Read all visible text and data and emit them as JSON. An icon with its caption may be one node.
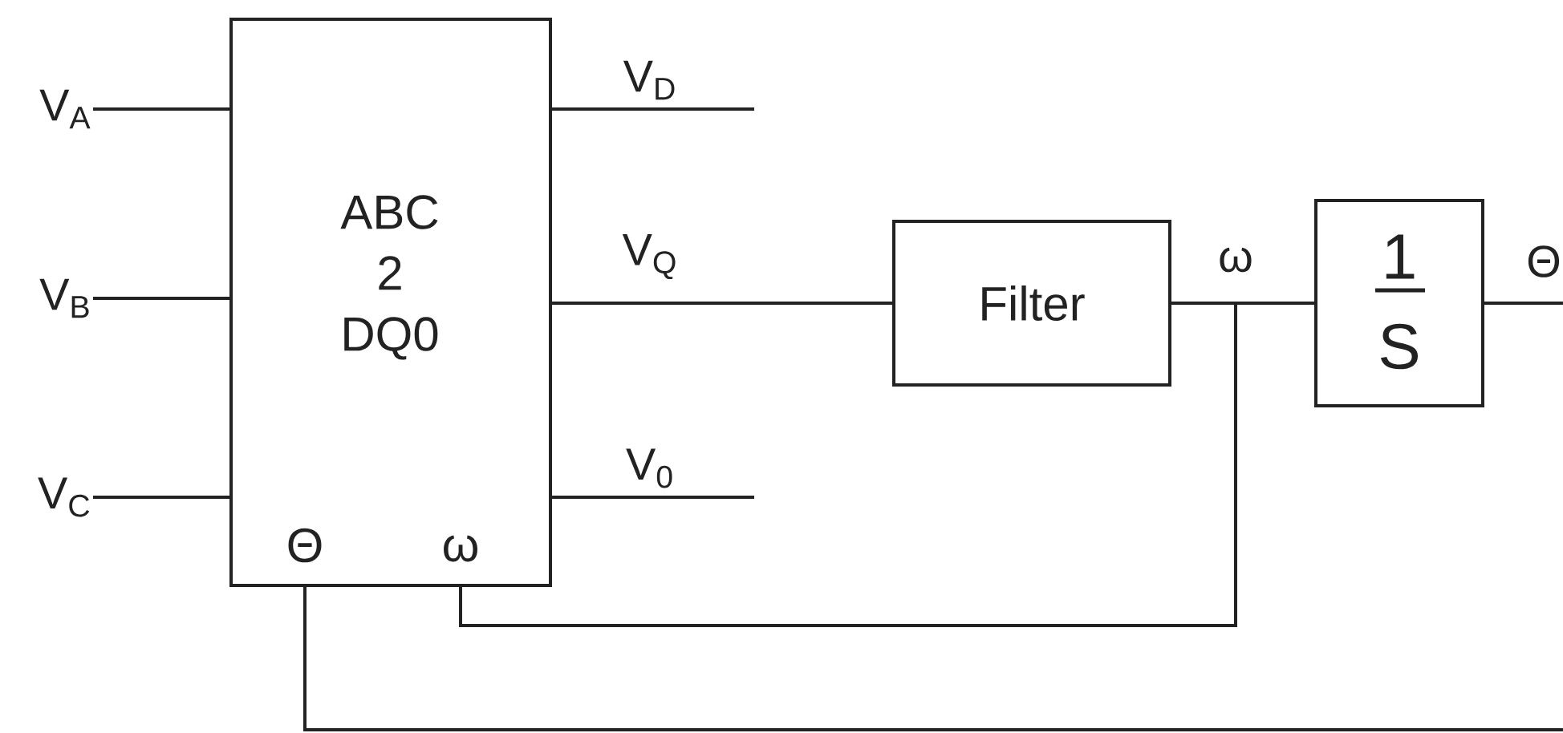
{
  "diagram": {
    "nodes": [
      {
        "text": [
          "ABC 2 DQ0",
          "Θ",
          "ω"
        ]
      },
      {
        "text": [
          "Filter"
        ]
      },
      {
        "text": [
          "1",
          "S"
        ]
      },
      {
        "text": [
          "V$_{A}$"
        ]
      },
      {
        "text": [
          "V$_{B}$"
        ]
      },
      {
        "text": [
          "V$_{C}$"
        ]
      }
    ],
    "edges": [
      {
        "from": 3,
        "to": 0,
        "arrow": "none"
      },
      {
        "from": 4,
        "to": 0,
        "arrow": "none"
      },
      {
        "from": 5,
        "to": 0,
        "arrow": "none"
      },
      {
        "from": 0,
        "to": null,
        "arrow": "none",
        "label": "V$_{D}$"
      },
      {
        "from": 0,
        "to": 1,
        "arrow": "none",
        "label": "V$_{Q}$"
      },
      {
        "from": 0,
        "to": null,
        "arrow": "none",
        "label": "V$_{0}$"
      },
      {
        "from": 1,
        "to": 2,
        "arrow": "none",
        "label": "ω"
      },
      {
        "from": 1,
        "to": 0,
        "arrow": "none"
      },
      {
        "from": 2,
        "to": null,
        "arrow": "none",
        "label": "Θ"
      },
      {
        "from": null,
        "to": 0,
        "arrow": "none"
      }
    ]
  }
}
